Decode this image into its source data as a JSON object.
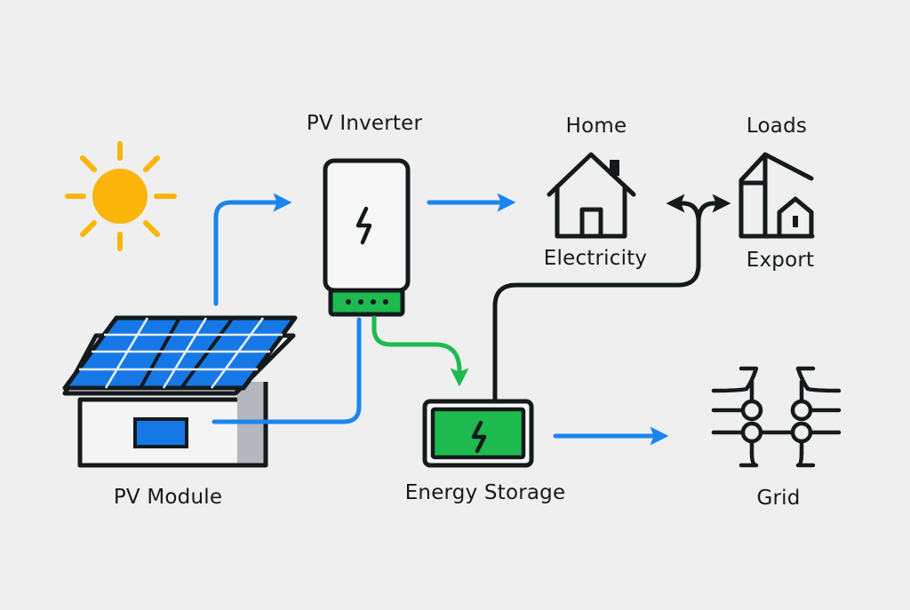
{
  "diagram": {
    "colors": {
      "background": "#efefef",
      "ink": "#141a1c",
      "blue": "#1a85f0",
      "green": "#1dba4f",
      "sun": "#fbb40a",
      "panel": "#1678e6",
      "wall_shadow": "#b4b7bd",
      "white": "#f7f7f7"
    },
    "nodes": {
      "sun": {
        "label": ""
      },
      "pv_module": {
        "label": "PV Module"
      },
      "pv_inverter": {
        "label": "PV Inverter"
      },
      "home": {
        "label": "Home",
        "sublabel": "Electricity"
      },
      "loads": {
        "label": "Loads",
        "sublabel": "Export"
      },
      "energy_storage": {
        "label": "Energy Storage"
      },
      "grid": {
        "label": "Grid"
      }
    },
    "flows": [
      {
        "from": "pv_module",
        "to": "pv_inverter",
        "color": "blue",
        "kind": "dc-power"
      },
      {
        "from": "pv_inverter",
        "to": "home",
        "color": "blue",
        "kind": "ac-power"
      },
      {
        "from": "pv_inverter",
        "to": "energy_storage",
        "color": "green",
        "kind": "charge"
      },
      {
        "from": "pv_inverter",
        "to": "pv_module",
        "color": "blue",
        "kind": "connection"
      },
      {
        "from": "energy_storage",
        "to": "home/loads",
        "color": "ink",
        "kind": "bidirectional"
      },
      {
        "from": "energy_storage",
        "to": "grid",
        "color": "blue",
        "kind": "export"
      }
    ]
  }
}
